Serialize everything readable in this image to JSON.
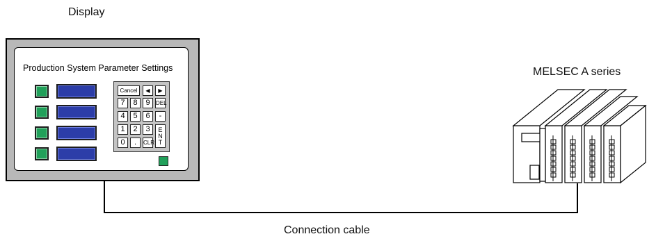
{
  "labels": {
    "display": "Display",
    "plc": "MELSEC A series",
    "cable": "Connection cable"
  },
  "screen": {
    "title": "Production System Parameter Settings",
    "keypad": {
      "keys": [
        "Cancel",
        "◀",
        "▶",
        "7",
        "8",
        "9",
        "DEL",
        "4",
        "5",
        "6",
        "-",
        "1",
        "2",
        "3",
        "0",
        ".",
        "CLR"
      ],
      "enter_letters": [
        "E",
        "N",
        "T"
      ]
    }
  },
  "colors": {
    "bezel": "#b8b8b8",
    "green_button": "#21a05a",
    "blue_field": "#2c3da8",
    "keypad_bg": "#c4c4c4"
  }
}
